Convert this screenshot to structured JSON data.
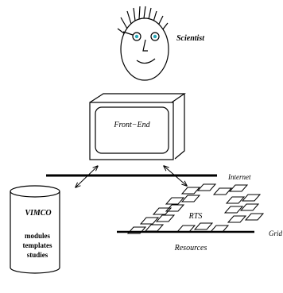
{
  "labels": {
    "scientist": "Scientist",
    "front_end": "Front−End",
    "internet": "Internet",
    "vimco": "VIMCO",
    "rts": "RTS",
    "grid": "Grid",
    "resources": "Resources"
  },
  "vimco_items": [
    "modules",
    "templates",
    "studies"
  ],
  "icons": {
    "scientist": "scientist-face-icon",
    "front_end": "monitor-icon",
    "vimco": "database-cylinder-icon",
    "rts": "grid-tiles-icon"
  }
}
